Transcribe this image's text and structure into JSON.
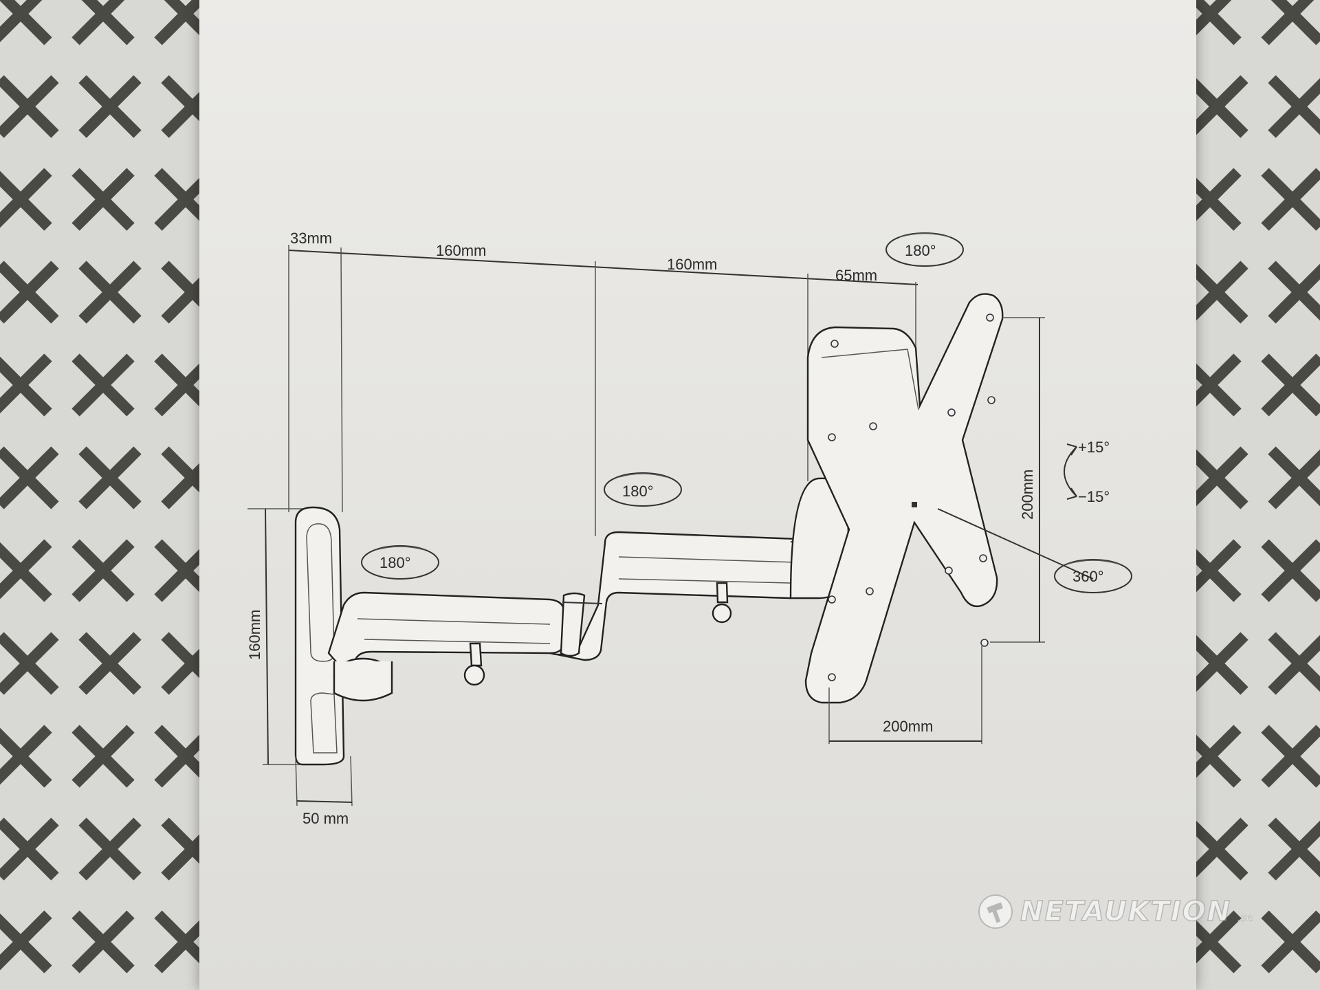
{
  "dimensions": {
    "bracket_depth": "33mm",
    "arm_1_length": "160mm",
    "arm_2_length": "160mm",
    "head_offset": "65mm",
    "wall_plate_height": "160mm",
    "wall_plate_width": "50 mm",
    "vesa_width": "200mm",
    "vesa_height": "200mm"
  },
  "rotations": {
    "wall_joint": "180°",
    "middle_joint": "180°",
    "head_swivel": "180°",
    "plate_rotation": "360°"
  },
  "tilt": {
    "up": "+15°",
    "down": "−15°"
  },
  "watermark": {
    "brand": "NETAUKTION",
    "tld": ".se"
  },
  "colors": {
    "paper": "#ecebe8",
    "ink": "#222222",
    "pattern": "#4a4a44"
  },
  "icons": {
    "watermark_logo": "hammer-icon"
  }
}
